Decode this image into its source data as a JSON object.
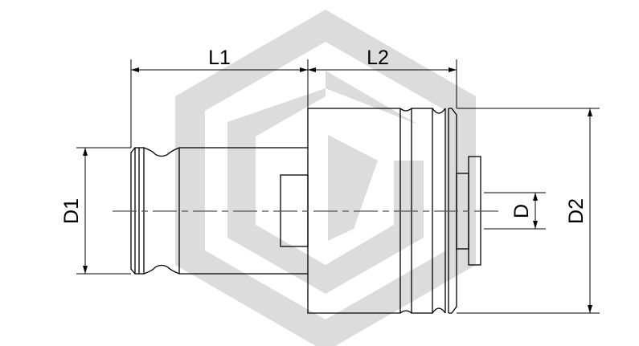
{
  "diagram": {
    "labels": {
      "l1": "L1",
      "l2": "L2",
      "d1": "D1",
      "d2": "D2",
      "d": "D"
    },
    "colors": {
      "line": "#000000",
      "watermark": "#dcdcdc",
      "centerline": "#555555"
    }
  }
}
